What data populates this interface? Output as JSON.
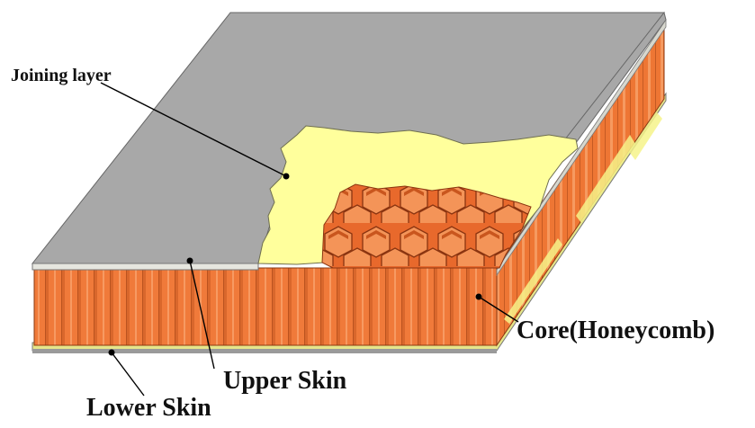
{
  "labels": {
    "joining_layer": "Joining layer",
    "core": "Core(Honeycomb)",
    "upper_skin": "Upper Skin",
    "lower_skin": "Lower Skin"
  },
  "colors": {
    "skin": "#a9a9a9",
    "skin_edge": "#e8e8e0",
    "joining": "#ffff9c",
    "core": "#f07a3a",
    "core_dark": "#c85a22",
    "lower_skin": "#e8e88a",
    "leader": "#000000"
  },
  "icons": {
    "diagram": "honeycomb-sandwich-panel"
  }
}
